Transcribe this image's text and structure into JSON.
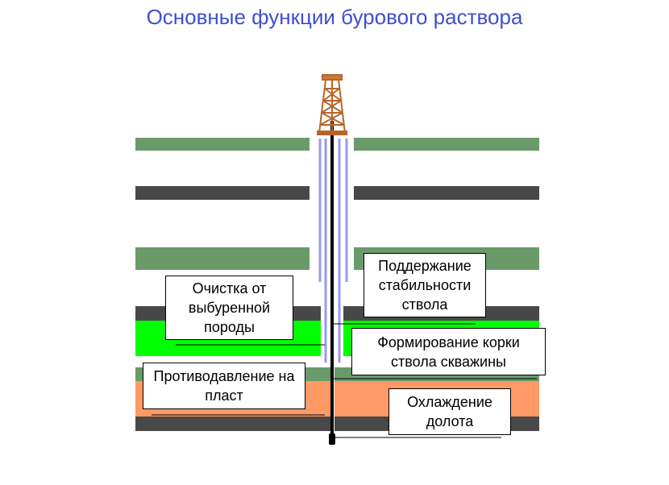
{
  "title": "Основные функции бурового раствора",
  "callouts": {
    "cleaning": "Очистка от выбуренной породы",
    "backpressure": "Противодавление на пласт",
    "stability": "Поддержание стабильности ствола",
    "filter_cake": "Формирование корки ствола скважины",
    "cooling": "Охлаждение долота"
  },
  "colors": {
    "title": "#3f4fcf",
    "layer_green_dark": "#6a9a6a",
    "layer_gray": "#484848",
    "layer_green_bright": "#00ff00",
    "layer_orange": "#ff9966",
    "flow_lines": "#9999ee",
    "derrick": "#b8652a"
  }
}
